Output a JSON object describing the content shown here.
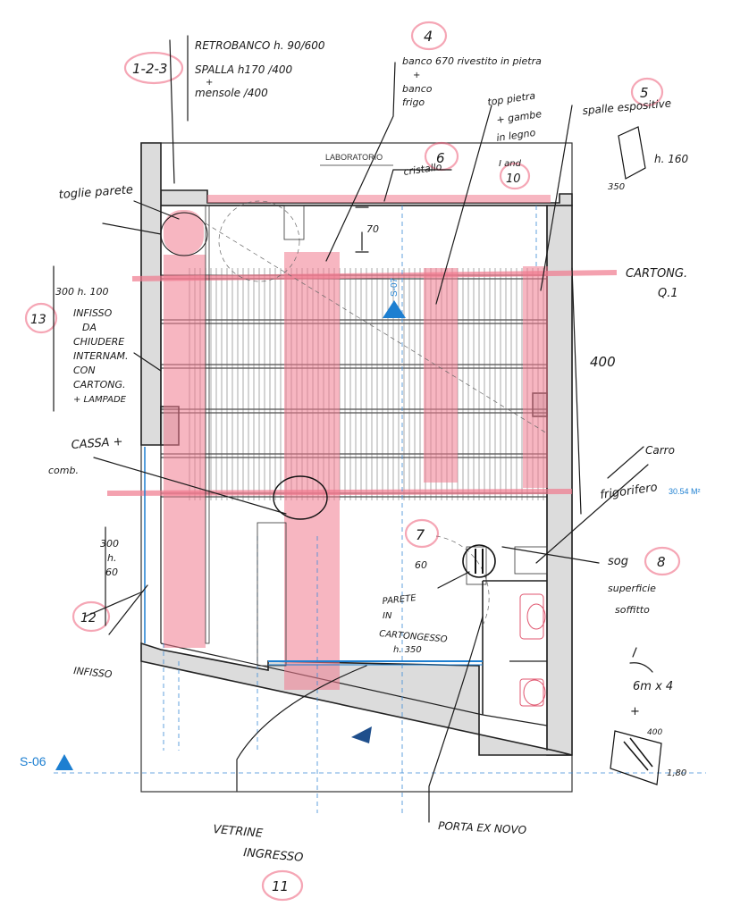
{
  "plan": {
    "room_label": "LABORATORIO",
    "area": "30.54 M²",
    "section_left": "S-06",
    "section_top": "S-07"
  },
  "notes": {
    "n123": {
      "num": "1-2-3",
      "line1": "RETROBANCO h. 90/600",
      "line2": "SPALLA h170 /400",
      "plus": "+",
      "line3": "mensole /400"
    },
    "n4": {
      "num": "4",
      "line1": "banco 670 rivestito in pietra",
      "plus": "+",
      "line2": "banco",
      "line3": "frigo"
    },
    "top": {
      "line1": "top pietra",
      "line2": "+ gambe",
      "line3": "in legno"
    },
    "n5": {
      "num": "5",
      "text": "spalle espositive",
      "dim": "h. 160",
      "dim2": "350"
    },
    "n6": {
      "num": "6",
      "text": "cristallo"
    },
    "n10": {
      "num": "10",
      "text": "I and"
    },
    "toglie": "toglie parete",
    "cartong": {
      "line1": "CARTONG.",
      "line2": "Q.1"
    },
    "dim_400_right": "400",
    "dim_70": "70",
    "n13": {
      "num": "13",
      "head": "300 h. 100",
      "line1": "INFISSO",
      "line2": "DA",
      "line3": "CHIUDERE",
      "line4": "INTERNAM.",
      "line5": "CON",
      "line6": "CARTONG.",
      "line7": "+ LAMPADE"
    },
    "cassa": {
      "line1": "CASSA +",
      "line2": "comb."
    },
    "carro": "Carro",
    "frigo": "frigorifero",
    "n7": {
      "num": "7",
      "dim": "60"
    },
    "parete": {
      "line1": "PARETE",
      "line2": "IN",
      "line3": "CARTONGESSO",
      "line4": "h. 350"
    },
    "n8": {
      "num": "8",
      "line1": "sog",
      "line2": "superficie",
      "line3": "soffitto"
    },
    "sixm": {
      "line1": "6m x 4",
      "plus": "+",
      "dim": "400"
    },
    "n12": {
      "num": "12",
      "dim1": "300",
      "dim2": "h.",
      "dim3": "60",
      "label": "INFISSO"
    },
    "dim_180": "1,80",
    "n11": {
      "num": "11",
      "line1": "VETRINE",
      "line2": "INGRESSO"
    },
    "porta": "PORTA EX NOVO"
  }
}
